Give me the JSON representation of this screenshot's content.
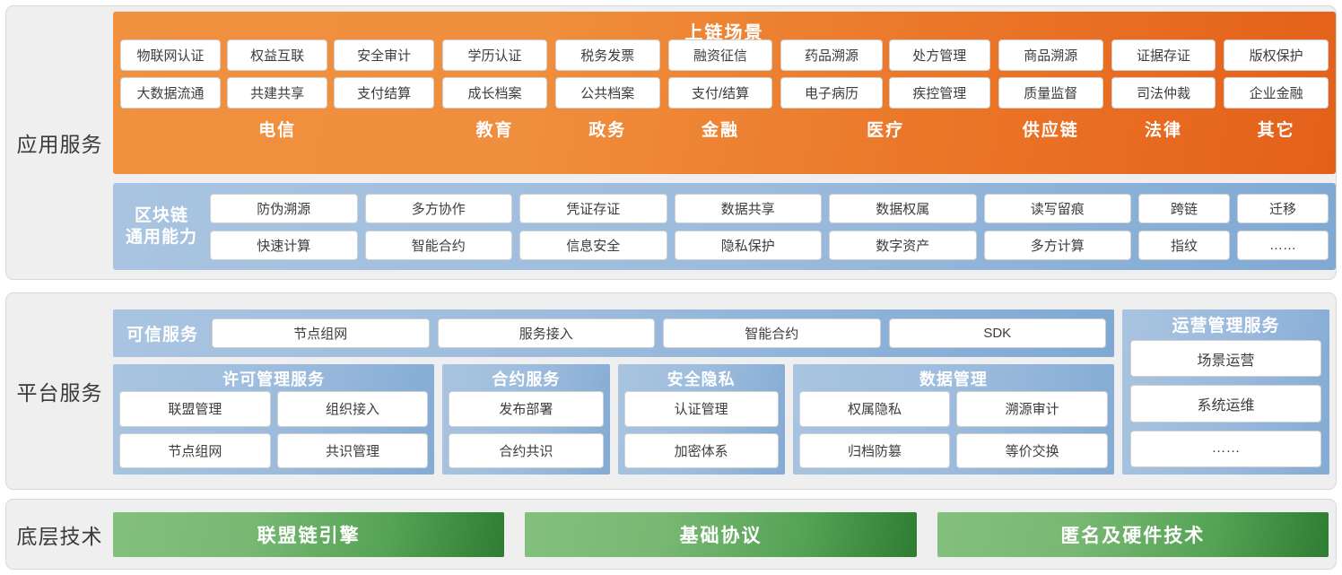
{
  "tiers": {
    "application": "应用服务",
    "platform": "平台服务",
    "base": "底层技术"
  },
  "application": {
    "scenario_title": "上链场景",
    "scenario_groups": [
      {
        "name": "电信",
        "columns": [
          [
            "物联网认证",
            "大数据流通"
          ],
          [
            "权益互联",
            "共建共享"
          ],
          [
            "安全审计",
            "支付结算"
          ]
        ]
      },
      {
        "name": "教育",
        "columns": [
          [
            "学历认证",
            "成长档案"
          ]
        ]
      },
      {
        "name": "政务",
        "columns": [
          [
            "税务发票",
            "公共档案"
          ]
        ]
      },
      {
        "name": "金融",
        "columns": [
          [
            "融资征信",
            "支付/结算"
          ]
        ]
      },
      {
        "name": "医疗",
        "columns": [
          [
            "药品溯源",
            "电子病历"
          ],
          [
            "处方管理",
            "疾控管理"
          ]
        ]
      },
      {
        "name": "供应链",
        "columns": [
          [
            "商品溯源",
            "质量监督"
          ]
        ]
      },
      {
        "name": "法律",
        "columns": [
          [
            "证据存证",
            "司法仲裁"
          ]
        ]
      },
      {
        "name": "其它",
        "columns": [
          [
            "版权保护",
            "企业金融"
          ]
        ]
      }
    ],
    "capability_label_line1": "区块链",
    "capability_label_line2": "通用能力",
    "capability_columns": [
      [
        "防伪溯源",
        "快速计算"
      ],
      [
        "多方协作",
        "智能合约"
      ],
      [
        "凭证存证",
        "信息安全"
      ],
      [
        "数据共享",
        "隐私保护"
      ],
      [
        "数据权属",
        "数字资产"
      ],
      [
        "读写留痕",
        "多方计算"
      ],
      [
        "跨链",
        "指纹"
      ],
      [
        "迁移",
        "……"
      ]
    ]
  },
  "platform": {
    "trusted_label": "可信服务",
    "trusted_items": [
      "节点组网",
      "服务接入",
      "智能合约",
      "SDK"
    ],
    "groups": [
      {
        "title": "许可管理服务",
        "columns": [
          [
            "联盟管理",
            "节点组网"
          ],
          [
            "组织接入",
            "共识管理"
          ]
        ]
      },
      {
        "title": "合约服务",
        "columns": [
          [
            "发布部署",
            "合约共识"
          ]
        ]
      },
      {
        "title": "安全隐私",
        "columns": [
          [
            "认证管理",
            "加密体系"
          ]
        ]
      },
      {
        "title": "数据管理",
        "columns": [
          [
            "权属隐私",
            "归档防篡"
          ],
          [
            "溯源审计",
            "等价交换"
          ]
        ]
      }
    ],
    "ops_title": "运营管理服务",
    "ops_items": [
      "场景运营",
      "系统运维",
      "……"
    ]
  },
  "base": {
    "items": [
      "联盟链引擎",
      "基础协议",
      "匿名及硬件技术"
    ]
  },
  "colors": {
    "orange_light": "#f0913f",
    "orange_dark": "#e4601a",
    "blue_light": "#a8c4e0",
    "blue_dark": "#7fa9d4",
    "green_light": "#83c07e",
    "green_dark": "#2f7d32",
    "panel_bg": "#efefef",
    "chip_bg": "#ffffff"
  }
}
